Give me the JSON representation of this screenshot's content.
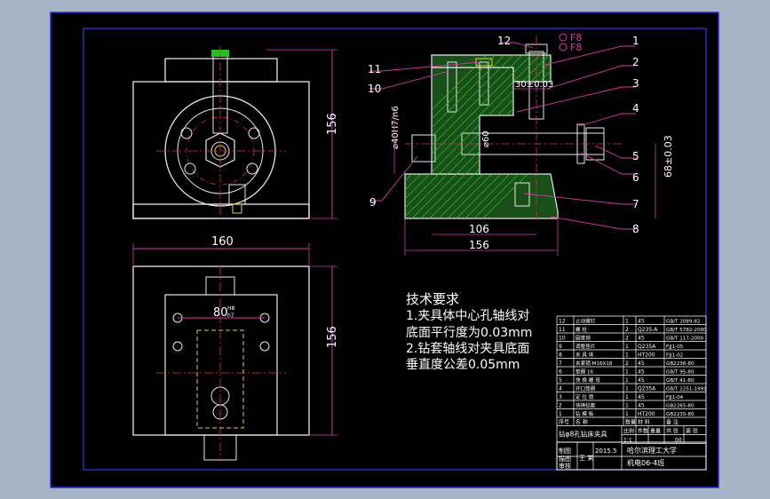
{
  "colors": {
    "background": "#a7b3c7",
    "canvas": "#000000",
    "frame": "#2a2ad8",
    "outline": "#ffffff",
    "part_fill": "#d9d9d9",
    "hatch": "#22c222",
    "dim": "#d63aa8",
    "center": "#e03030",
    "yellow": "#e8d040",
    "text": "#ffffff"
  },
  "front_view": {
    "dim_height": "156"
  },
  "top_view": {
    "dim_width": "160",
    "dim_height": "156",
    "hole_spacing": "80",
    "hole_tolerance_top": "H8",
    "hole_tolerance_bottom": "h7"
  },
  "section": {
    "callouts": [
      "1",
      "2",
      "3",
      "4",
      "5",
      "6",
      "7",
      "8",
      "9",
      "10",
      "11",
      "12"
    ],
    "tol_label_1": "F8",
    "tol_label_2": "F8",
    "dim_30": "30±0.03",
    "dim_dia40": "⌀40H7/n6",
    "dim_dia60": "⌀60",
    "dim_68": "68±0.03",
    "dim_106": "106",
    "dim_156": "156"
  },
  "notes": {
    "title": "技术要求",
    "line1": "1.夹具体中心孔轴线对",
    "line2": "底面平行度为0.03mm",
    "line3": "2.钻套轴线对夹具底面",
    "line4": "垂直度公差0.05mm"
  },
  "bom": {
    "rows": [
      {
        "no": "12",
        "name": "止动螺钉",
        "qty": "1",
        "mat": "45",
        "std": "GB/T 2089-82"
      },
      {
        "no": "11",
        "name": "螺 栓",
        "qty": "2",
        "mat": "Q235-A",
        "std": "GB/T 5782-2000"
      },
      {
        "no": "10",
        "name": "圆锥销",
        "qty": "2",
        "mat": "45",
        "std": "GB/T 117-2000"
      },
      {
        "no": "9",
        "name": "调整垫片",
        "qty": "1",
        "mat": "Q235A",
        "std": "FJJ1-05"
      },
      {
        "no": "8",
        "name": "夹 具 体",
        "qty": "1",
        "mat": "HT200",
        "std": "FJJ1-02"
      },
      {
        "no": "7",
        "name": "夹紧销 M16X18",
        "qty": "2",
        "mat": "45",
        "std": "GB2236-80"
      },
      {
        "no": "6",
        "name": "垫圈 16",
        "qty": "1",
        "mat": "45",
        "std": "GB/T 95-80"
      },
      {
        "no": "5",
        "name": "快 换 螺 母",
        "qty": "1",
        "mat": "45",
        "std": "GB/T 41-80"
      },
      {
        "no": "4",
        "name": "开口垫圈",
        "qty": "1",
        "mat": "Q235A",
        "std": "GB/T 2251-1991"
      },
      {
        "no": "3",
        "name": "定 位 销",
        "qty": "1",
        "mat": "45",
        "std": "FJJ1-04"
      },
      {
        "no": "2",
        "name": "快换钻套",
        "qty": "1",
        "mat": "45",
        "std": "GB2265-80"
      },
      {
        "no": "1",
        "name": "钻 模 板",
        "qty": "1",
        "mat": "HT200",
        "std": "GB2235-80"
      }
    ],
    "header": {
      "no": "序号",
      "name": "名 称",
      "qty": "数量",
      "mat": "材 料",
      "std": "备 注"
    },
    "title_block": {
      "drawing_name": "钻φ8孔钻床夹具",
      "scale_label": "比例",
      "qty_label": "件数",
      "weight_label": "重量",
      "sheet_label": "共 张",
      "sheet2_label": "第 张",
      "scale_value": "1:1",
      "part_no": "00",
      "drawn": "制图",
      "checked": "描图",
      "approved": "审核",
      "date_label": "2015.5",
      "school": "哈尔滨理工大学",
      "class_label": "机电06-4班",
      "designer": "王 某"
    }
  }
}
